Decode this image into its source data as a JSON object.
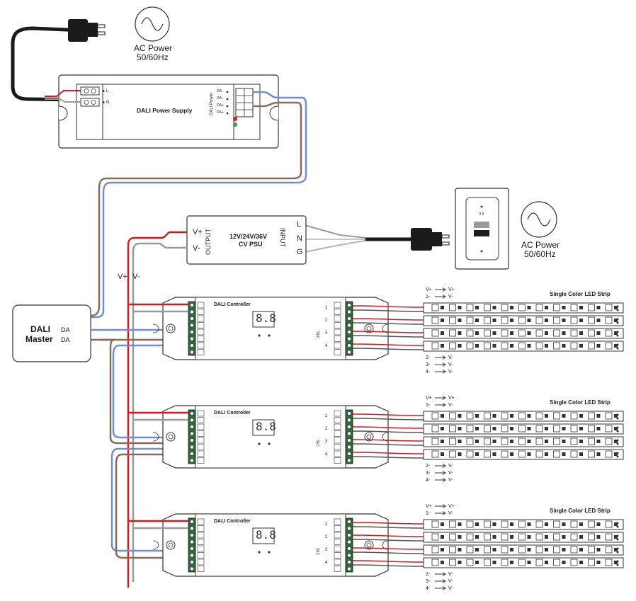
{
  "ac_power_top": {
    "line1": "AC Power",
    "line2": "50/60Hz"
  },
  "ac_power_right": {
    "line1": "AC Power",
    "line2": "50/60Hz"
  },
  "power_supply": {
    "title": "DALI Power Supply",
    "input_l": "L",
    "input_n": "N",
    "output_side_label": "DALI Power",
    "output_terminals": [
      "DA-",
      "DA-",
      "DA+",
      "DA+"
    ]
  },
  "psu": {
    "title_line1": "12V/24V/36V",
    "title_line2": "CV PSU",
    "output_label": "OUTPUT",
    "input_label": "INPUT",
    "v_plus": "V+",
    "v_minus": "V-",
    "l": "L",
    "n": "N",
    "g": "G"
  },
  "bus_labels": {
    "v_plus": "V+",
    "v_minus": "V-"
  },
  "dali_master": {
    "line1": "DALI",
    "line2": "Master",
    "da1": "DA",
    "da2": "DA"
  },
  "controllers": [
    {
      "title": "DALI Controller",
      "display": "8.8",
      "output_label": "SEC",
      "channels": [
        "1",
        "2",
        "3",
        "4"
      ]
    },
    {
      "title": "DALI Controller",
      "display": "8.8",
      "output_label": "SEC",
      "channels": [
        "1",
        "2",
        "3",
        "4"
      ]
    },
    {
      "title": "DALI Controller",
      "display": "8.8",
      "output_label": "SEC",
      "channels": [
        "1",
        "2",
        "3",
        "4"
      ]
    }
  ],
  "strip_groups": [
    {
      "title": "Single Color LED Strip",
      "top_map": [
        {
          "from": "V+",
          "to": "V+"
        },
        {
          "from": "1-",
          "to": "V-"
        }
      ],
      "bottom_map": [
        {
          "from": "2-",
          "to": "V-"
        },
        {
          "from": "3-",
          "to": "V-"
        },
        {
          "from": "4-",
          "to": "V-"
        }
      ]
    },
    {
      "title": "Single Color LED Strip",
      "top_map": [
        {
          "from": "V+",
          "to": "V+"
        },
        {
          "from": "1-",
          "to": "V-"
        }
      ],
      "bottom_map": [
        {
          "from": "2-",
          "to": "V-"
        },
        {
          "from": "3-",
          "to": "V-"
        },
        {
          "from": "4-",
          "to": "V-"
        }
      ]
    },
    {
      "title": "Single Color LED Strip",
      "top_map": [
        {
          "from": "V+",
          "to": "V+"
        },
        {
          "from": "1-",
          "to": "V-"
        }
      ],
      "bottom_map": [
        {
          "from": "2-",
          "to": "V-"
        },
        {
          "from": "3-",
          "to": "V-"
        },
        {
          "from": "4-",
          "to": "V-"
        }
      ]
    }
  ],
  "colors": {
    "red_wire": "#d7191f",
    "blue_wire": "#6f8fd2",
    "brown_wire": "#8a6a5a",
    "grey_wire": "#9a9a9a",
    "black_cable": "#1b1b1b",
    "outline": "#333333"
  }
}
